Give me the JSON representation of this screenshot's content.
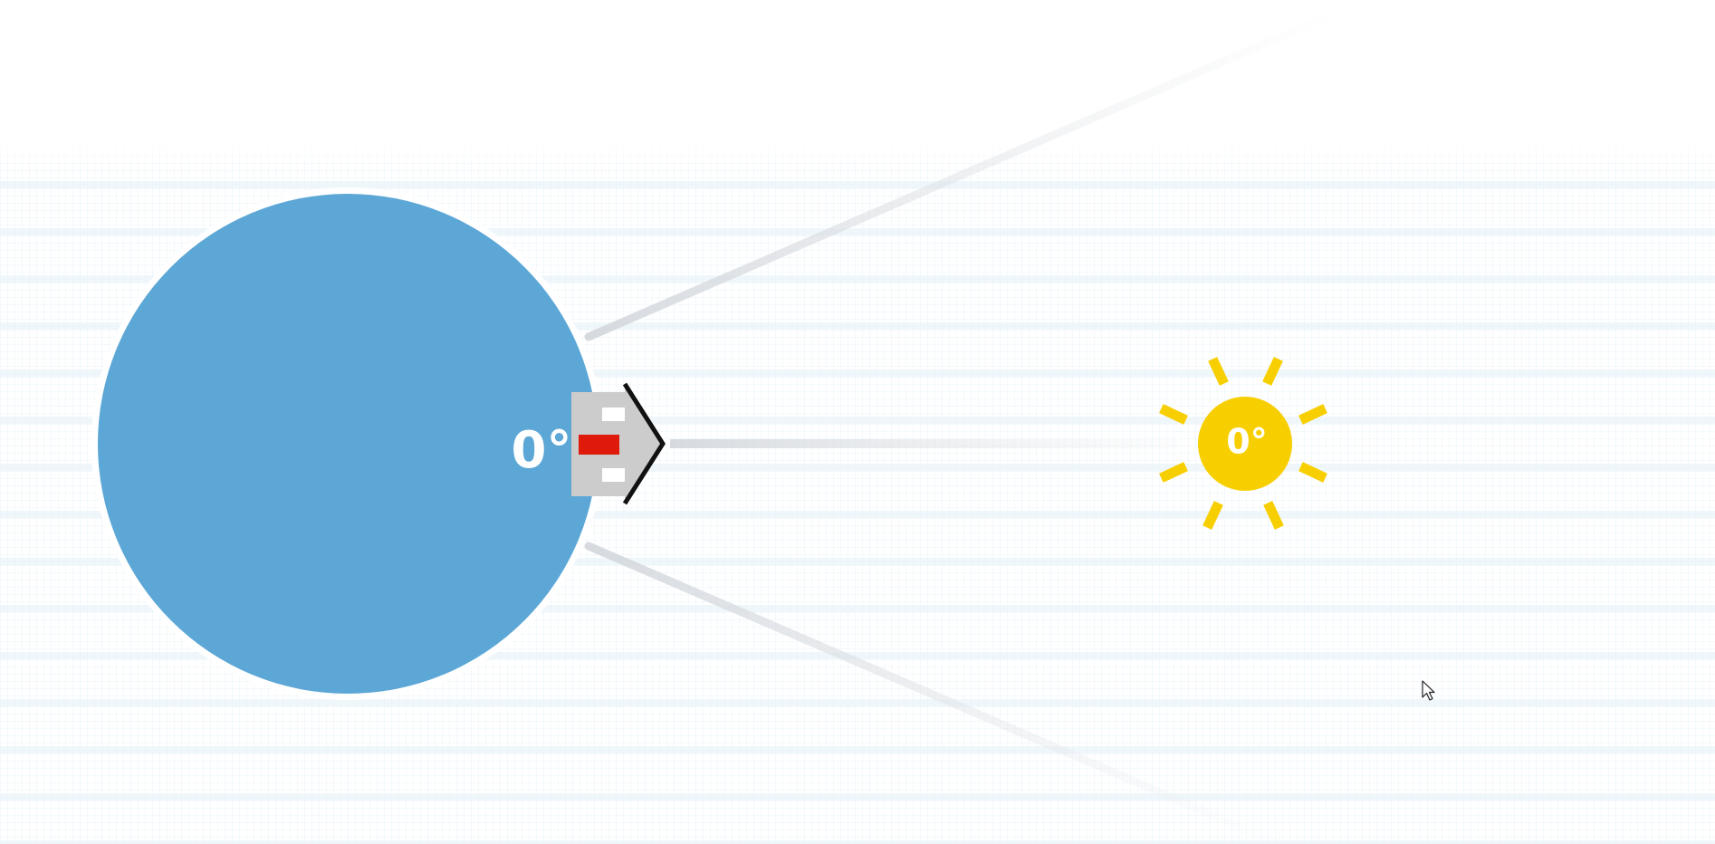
{
  "scene": {
    "earth_angle_label": "0°",
    "sun_angle_label": "0°",
    "colors": {
      "background": "#ffffff",
      "grid_band": "#eef6fb",
      "grid_line": "#d9ebf6",
      "earth": "#5ca7d6",
      "earth_outline": "#ffffff",
      "house_body": "#cccccc",
      "house_roof": "#111111",
      "house_window": "#ffffff",
      "house_door": "#e01a0a",
      "sun": "#f7cf00",
      "sun_ray": "#f7cf00",
      "beam": "#d9dde2",
      "label": "#ffffff"
    },
    "icons": {
      "earth": "earth-circle",
      "house": "house-icon",
      "sun": "sun-icon",
      "cursor": "mouse-pointer-icon"
    }
  }
}
